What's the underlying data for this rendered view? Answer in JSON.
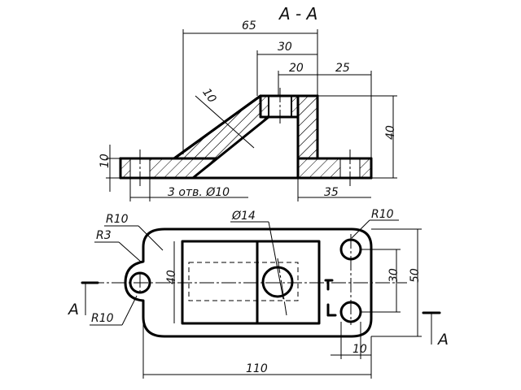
{
  "section_title": "A - A",
  "dimensions": {
    "len_65": "65",
    "len_30": "30",
    "len_20": "20",
    "len_25": "25",
    "thickness_10": "10",
    "height_40": "40",
    "base_10": "10",
    "holes_note": "3 отв. Ø10",
    "len_35": "35",
    "radius_r10_top": "R10",
    "radius_r10_left": "R10",
    "radius_r3": "R3",
    "diameter_14": "Ø14",
    "plan_40": "40",
    "plan_30": "30",
    "plan_50": "50",
    "plan_10": "10",
    "plan_110": "110"
  },
  "section_marks": {
    "left": "A",
    "right": "A"
  }
}
